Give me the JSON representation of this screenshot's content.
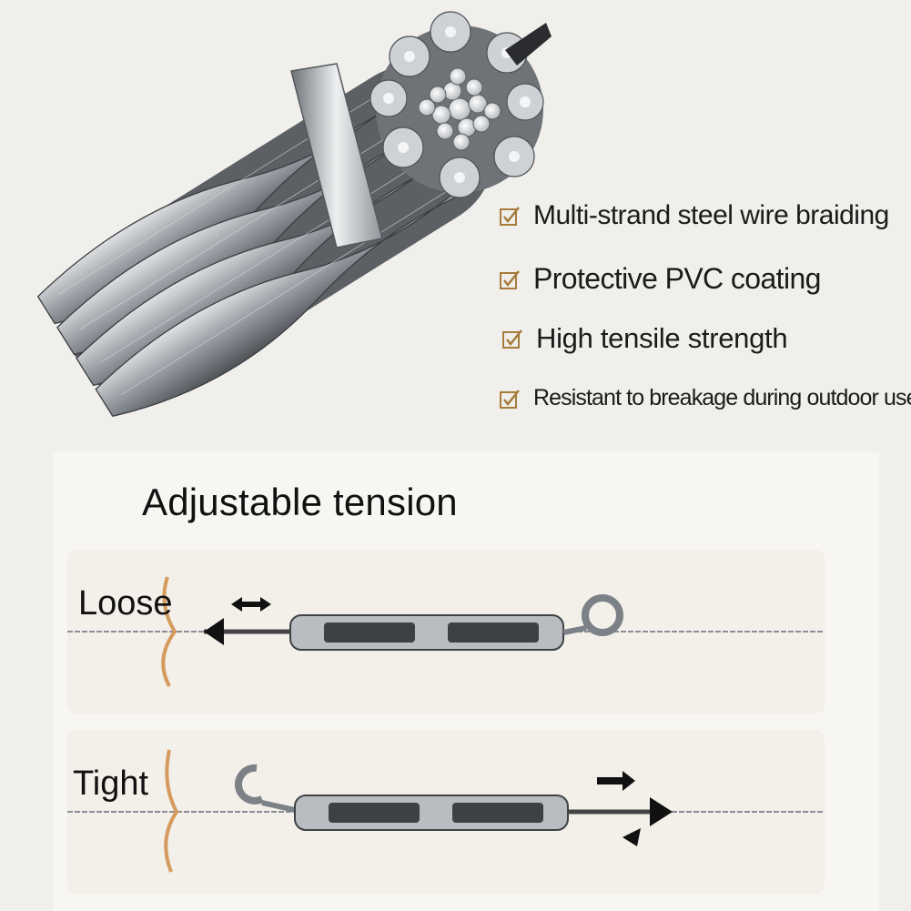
{
  "features": [
    {
      "icon": "checkbox-check-icon",
      "text": "Multi-strand steel wire braiding"
    },
    {
      "icon": "checkbox-check-icon",
      "text": "Protective PVC coating"
    },
    {
      "icon": "checkbox-check-icon",
      "text": "High tensile strength"
    },
    {
      "icon": "checkbox-check-icon",
      "text": "Resistant to breakage during outdoor use"
    }
  ],
  "tension": {
    "title": "Adjustable tension",
    "loose_label": "Loose",
    "tight_label": "Tight"
  },
  "colors": {
    "check": "#a67c3d",
    "steel": "#8a8f96",
    "panel": "#f3efe9"
  }
}
